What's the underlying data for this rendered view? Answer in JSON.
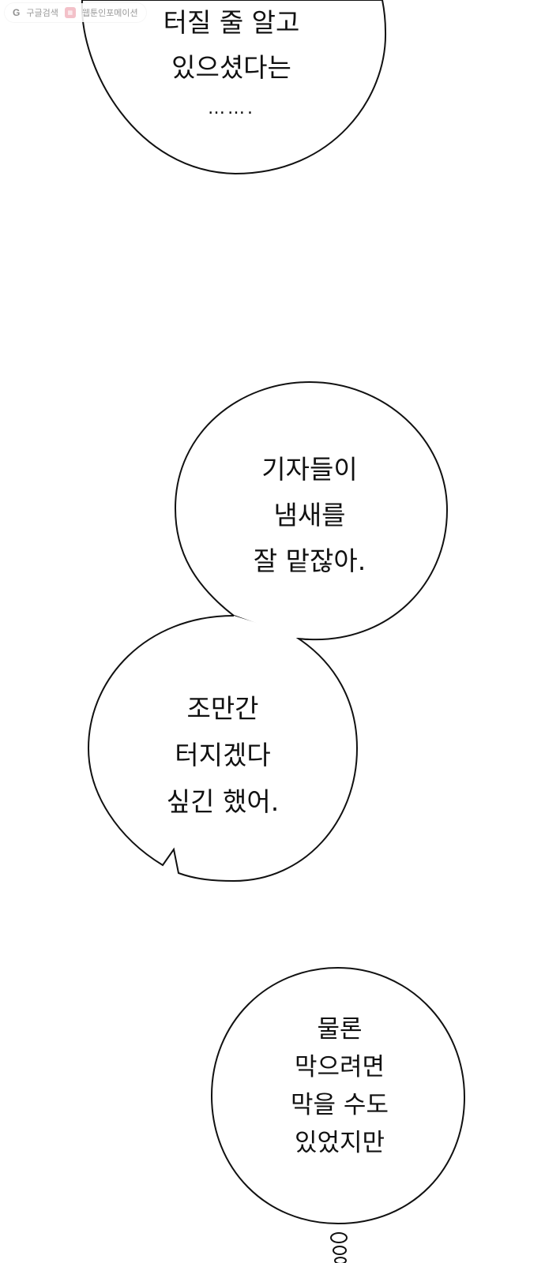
{
  "watermark": {
    "search_label": "구글검색",
    "site_label": "웹툰인포메이션",
    "icon_name": "search-g-icon"
  },
  "bubbles": [
    {
      "lines": [
        "터질 줄 알고",
        "있으셨다는",
        "……."
      ]
    },
    {
      "lines": [
        "기자들이",
        "냄새를",
        "잘 맡잖아."
      ]
    },
    {
      "lines": [
        "조만간",
        "터지겠다",
        "싶긴 했어."
      ]
    },
    {
      "lines": [
        "물론",
        "막으려면",
        "막을 수도",
        "있었지만"
      ]
    }
  ]
}
